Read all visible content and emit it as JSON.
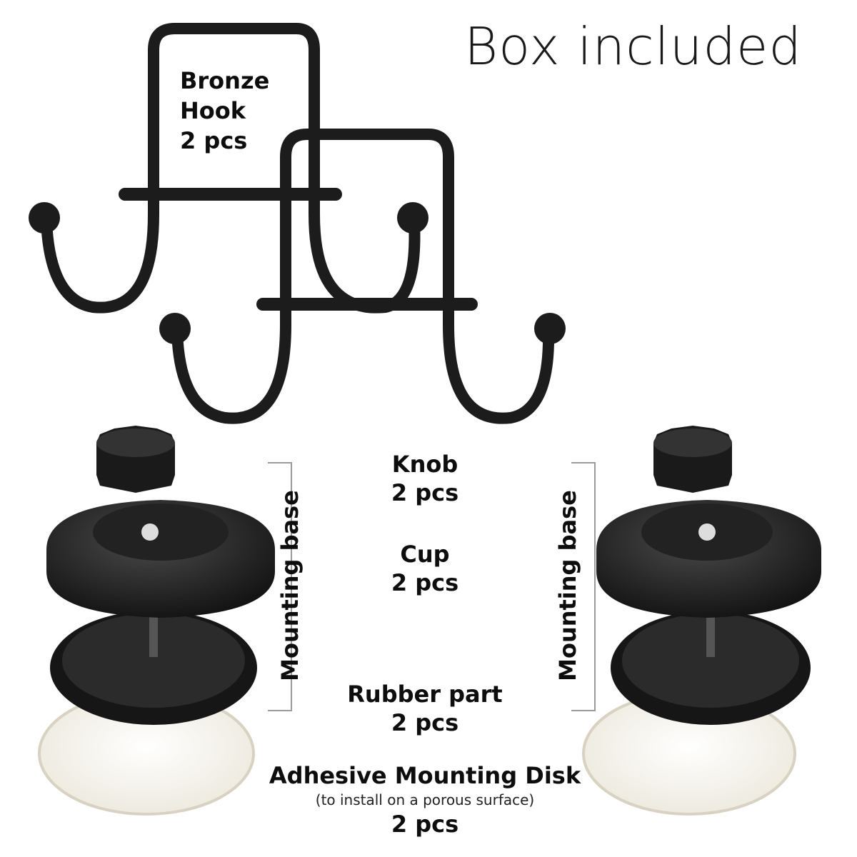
{
  "title": "Box included",
  "hook": {
    "line1": "Bronze",
    "line2": "Hook",
    "qty": "2 pcs"
  },
  "knob": {
    "name": "Knob",
    "qty": "2 pcs"
  },
  "cup": {
    "name": "Cup",
    "qty": "2 pcs"
  },
  "rubber": {
    "name": "Rubber part",
    "qty": "2 pcs"
  },
  "disk": {
    "name": "Adhesive Mounting Disk",
    "note": "(to install on a porous surface)",
    "qty": "2 pcs"
  },
  "mounting_base_label": "Mounting base",
  "colors": {
    "metal": "#1c1c1c",
    "text": "#0d0d0d",
    "disk": "#f4f2ea",
    "bracket": "#9a9a9a"
  }
}
